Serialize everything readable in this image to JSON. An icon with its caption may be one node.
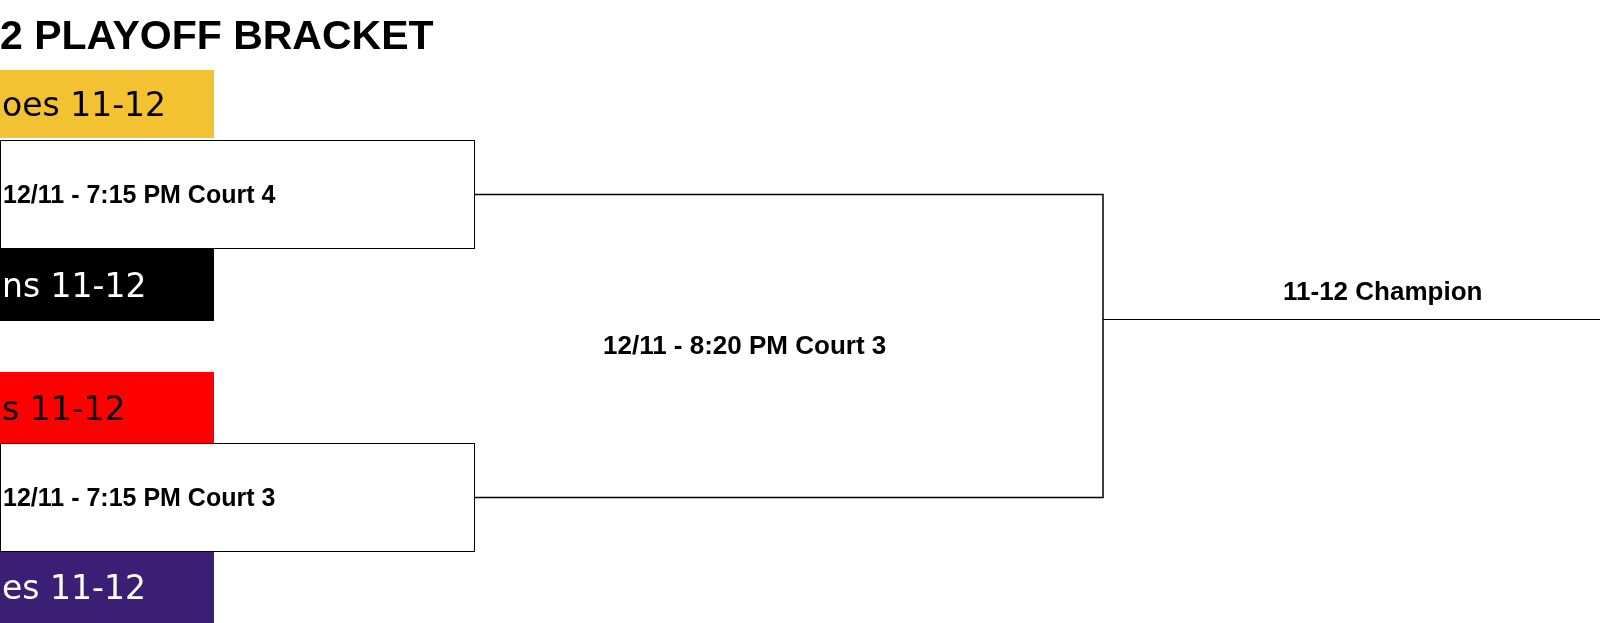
{
  "diagram": {
    "title": "2 PLAYOFF BRACKET",
    "nodes": [
      {
        "text": [
          "oes 11-12"
        ]
      },
      {
        "text": [
          "12/11 - 7:15 PM Court 4"
        ]
      },
      {
        "text": [
          "ns 11-12"
        ]
      },
      {
        "text": [
          "s 11-12"
        ]
      },
      {
        "text": [
          "12/11 - 7:15 PM Court 3"
        ]
      },
      {
        "text": [
          "es 11-12"
        ]
      },
      {
        "text": [
          "11-12 Champion"
        ]
      }
    ],
    "edges": [
      {
        "from": 1,
        "to": 6,
        "arrow": "none"
      },
      {
        "from": 4,
        "to": 6,
        "arrow": "none"
      }
    ],
    "labels": [
      "12/11 - 8:20 PM Court 3"
    ]
  }
}
